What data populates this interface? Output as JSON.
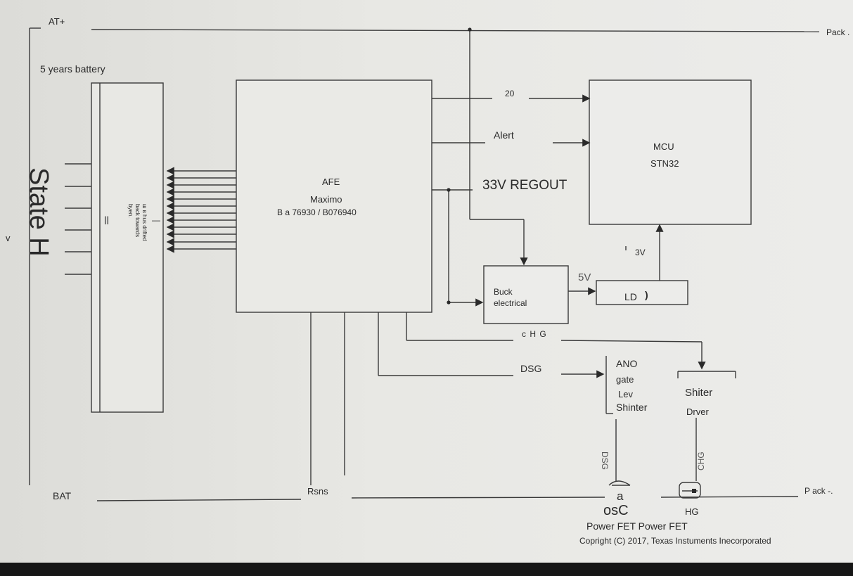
{
  "labels": {
    "at_plus": "AT+",
    "pack_plus": "Pack .",
    "battery_note": "5 years battery",
    "state": "State H",
    "v_mark": "v",
    "cell_text": "ш в hus drifted back towards byen.",
    "cell_mark": "ꟾꟾ",
    "cell_dash": "—",
    "afe_title": "AFE",
    "afe_name": "Maximo",
    "afe_part": "B a 76930 / B076940",
    "sig_20": "20",
    "sig_alert": "Alert",
    "regout": "33V REGOUT",
    "mcu_title": "MCU",
    "mcu_part": "STN32",
    "v3": "3V",
    "v5": "5V",
    "buck_1": "Buck",
    "buck_2": "electrical",
    "ldo": "LD",
    "ldo_mark": ")",
    "chg_sig": "c H G",
    "dsg_sig": "DSG",
    "ls_1": "ANO",
    "ls_2": "gate",
    "ls_3": "Lev",
    "ls_4": "Shinter",
    "drv_1": "Shiter",
    "drv_2": "Drver",
    "dsg_vert": "DSG",
    "chg_vert": "CHG",
    "bat": "BAT",
    "rsns": "Rsns",
    "pack_minus": "P ack -.",
    "fet_a": "a",
    "fet_osc": "osC",
    "fet_hg": "HG",
    "power_fet": "Power FET Power FET",
    "copyright": "Copright (C) 2017, Texas Instuments Inecorporated"
  },
  "colors": {
    "line": "#3a3a3a",
    "box_stroke": "#3c3c3c",
    "box_fill": "#ececea",
    "background": "#e4e4e0",
    "bottom_bar": "#161616"
  }
}
